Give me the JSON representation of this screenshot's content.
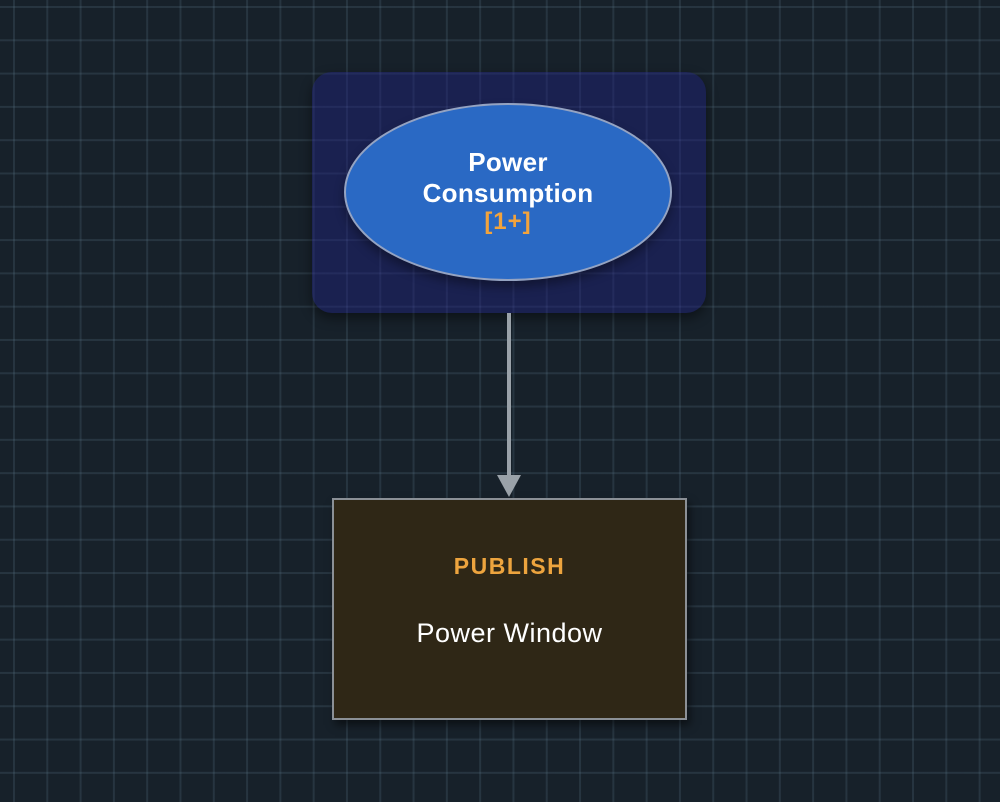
{
  "diagram": {
    "background_color": "#17212a",
    "grid_line_color": "#3a4e5c",
    "source_node": {
      "container_color": "#1a2150",
      "shape": "ellipse",
      "ellipse_fill": "#2a69c4",
      "ellipse_border_color": "#94a3c2",
      "label": "Power Consumption",
      "cardinality": "[1+]",
      "cardinality_color": "#f2a33c",
      "label_color": "#ffffff"
    },
    "edge": {
      "color": "#9aa2a9",
      "direction": "down"
    },
    "publish_node": {
      "fill": "#2f2716",
      "border_color": "#8b9096",
      "type_label": "PUBLISH",
      "type_color": "#eda43e",
      "name": "Power Window",
      "name_color": "#ffffff"
    }
  }
}
